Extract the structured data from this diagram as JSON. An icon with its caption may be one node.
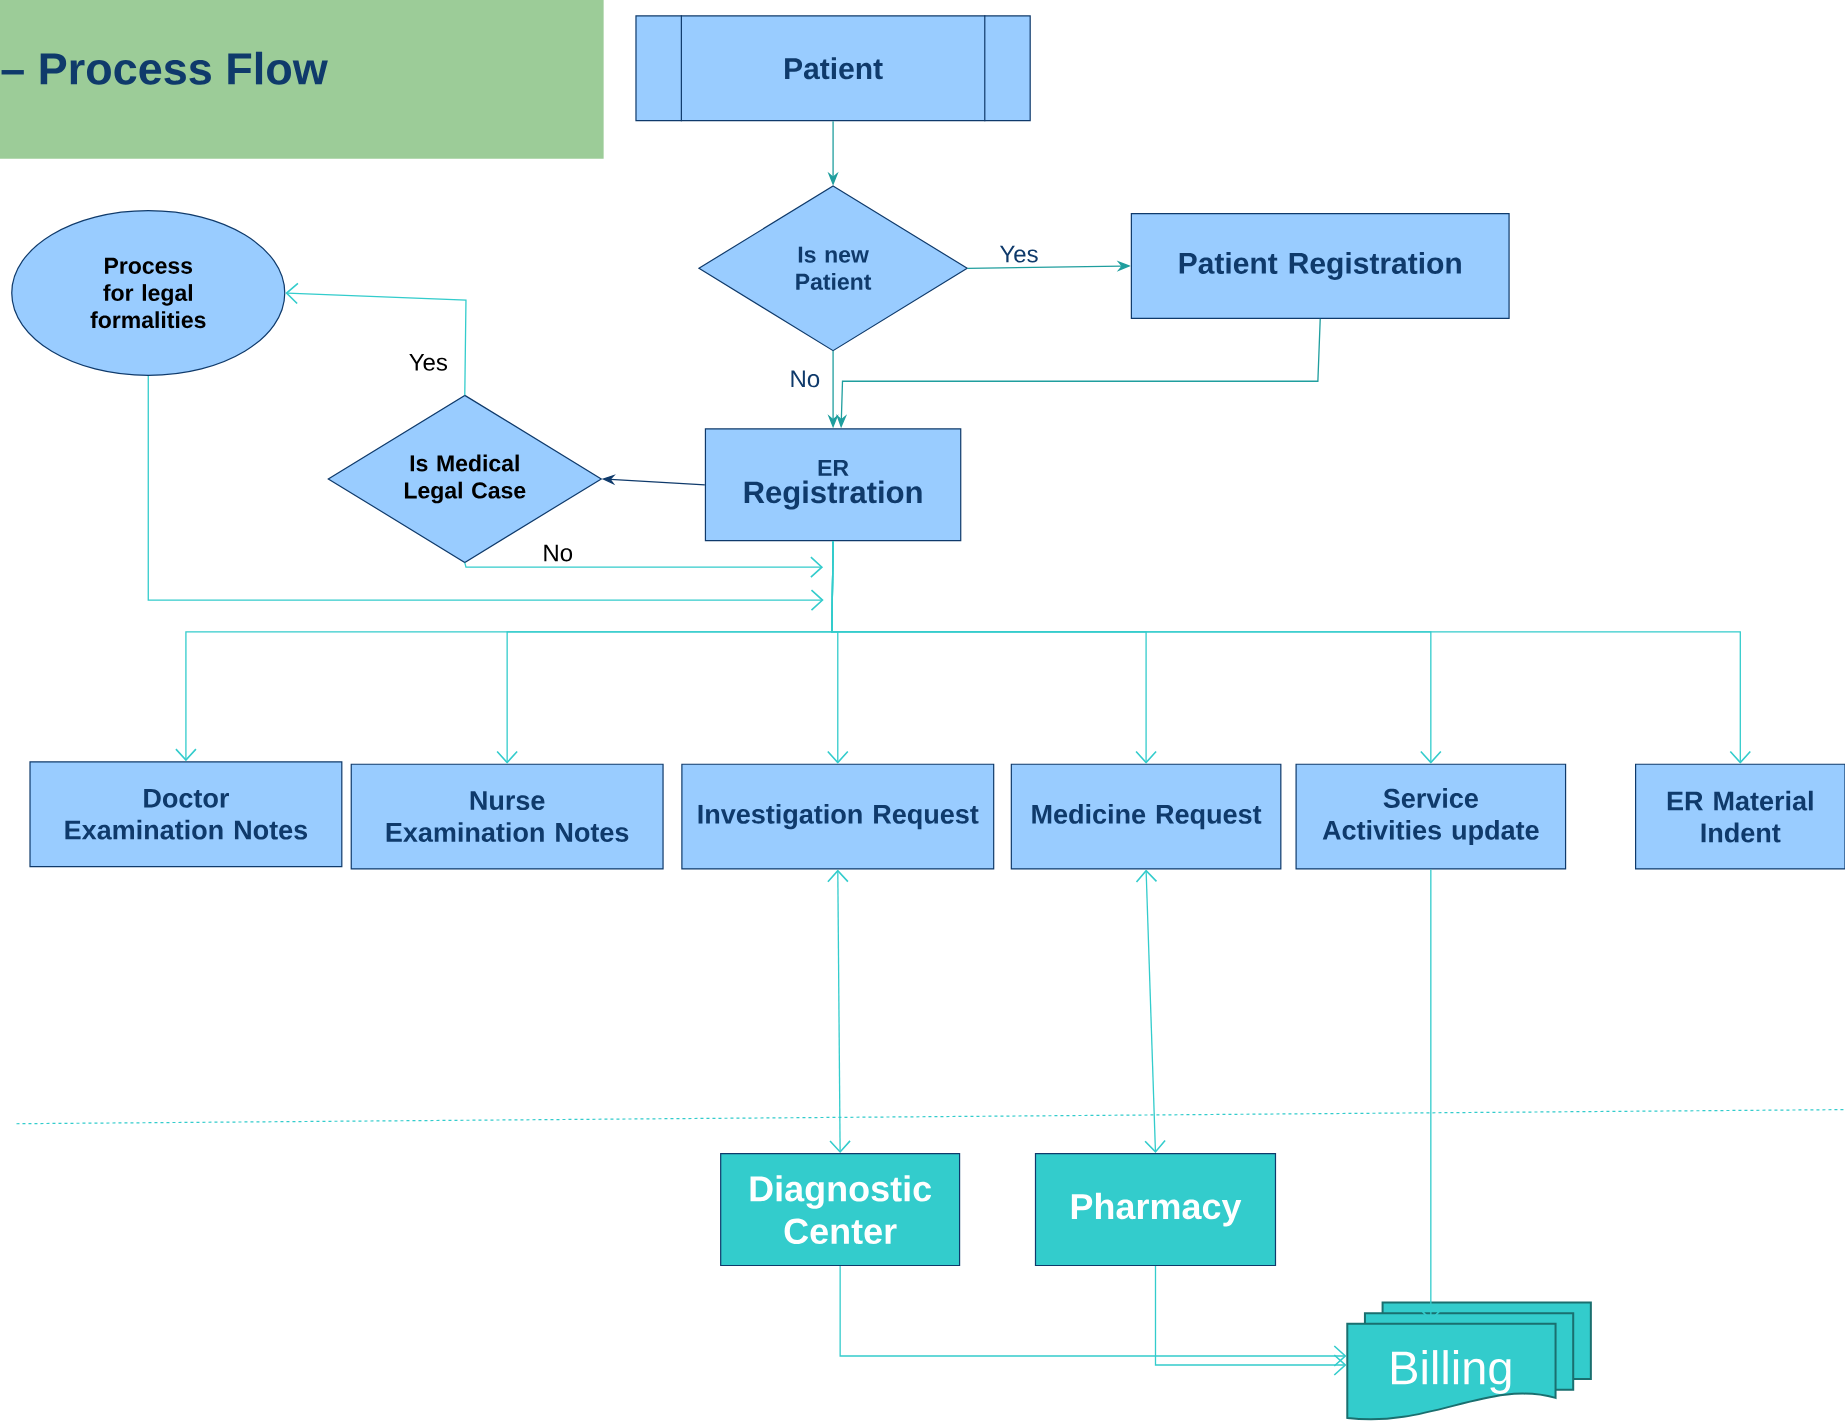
{
  "diagram": {
    "title": "– Process Flow",
    "nodes": [
      {
        "text": [
          "Patient"
        ]
      },
      {
        "text": [
          "Is new Patient"
        ]
      },
      {
        "text": [
          "Patient Registration"
        ]
      },
      {
        "text": [
          "ER",
          "Registration"
        ]
      },
      {
        "text": [
          "Is Medical Legal Case"
        ]
      },
      {
        "text": [
          "Process for legal formalities"
        ]
      },
      {
        "text": [
          "Doctor Examination Notes"
        ]
      },
      {
        "text": [
          "Nurse Examination Notes"
        ]
      },
      {
        "text": [
          "Investigation Request"
        ]
      },
      {
        "text": [
          "Medicine Request"
        ]
      },
      {
        "text": [
          "Service Activities update"
        ]
      },
      {
        "text": [
          "ER Material Indent"
        ]
      },
      {
        "text": [
          "Diagnostic Center"
        ]
      },
      {
        "text": [
          "Pharmacy"
        ]
      },
      {
        "text": [
          "Billing"
        ]
      }
    ],
    "edges": [
      {
        "from": 0,
        "to": 1,
        "arrow": "to",
        "color": "#1f9e9e"
      },
      {
        "from": 1,
        "to": 2,
        "arrow": "to",
        "label": "Yes",
        "color": "#1f9e9e"
      },
      {
        "from": 1,
        "to": 3,
        "arrow": "to",
        "label": "No",
        "color": "#1f9e9e"
      },
      {
        "from": 2,
        "to": 3,
        "arrow": "to",
        "color": "#1f9e9e"
      },
      {
        "from": 3,
        "to": 4,
        "arrow": "to",
        "color": "#0f3a6b"
      },
      {
        "from": 4,
        "to": 5,
        "arrow": "to",
        "label": "Yes"
      },
      {
        "from": 4,
        "to": 3,
        "arrow": "to",
        "label": "No"
      },
      {
        "from": 5,
        "to": null,
        "arrow": "to"
      },
      {
        "from": 3,
        "to": 6,
        "arrow": "to"
      },
      {
        "from": 3,
        "to": 7,
        "arrow": "to"
      },
      {
        "from": 3,
        "to": 8,
        "arrow": "to"
      },
      {
        "from": 3,
        "to": 9,
        "arrow": "to"
      },
      {
        "from": 3,
        "to": 10,
        "arrow": "to"
      },
      {
        "from": 3,
        "to": 11,
        "arrow": "to"
      },
      {
        "from": 8,
        "to": 12,
        "arrow": "both"
      },
      {
        "from": 9,
        "to": 13,
        "arrow": "both"
      },
      {
        "from": 10,
        "to": 14,
        "arrow": "to"
      },
      {
        "from": 12,
        "to": 14,
        "arrow": "to"
      },
      {
        "from": 13,
        "to": 14,
        "arrow": "to"
      }
    ]
  }
}
